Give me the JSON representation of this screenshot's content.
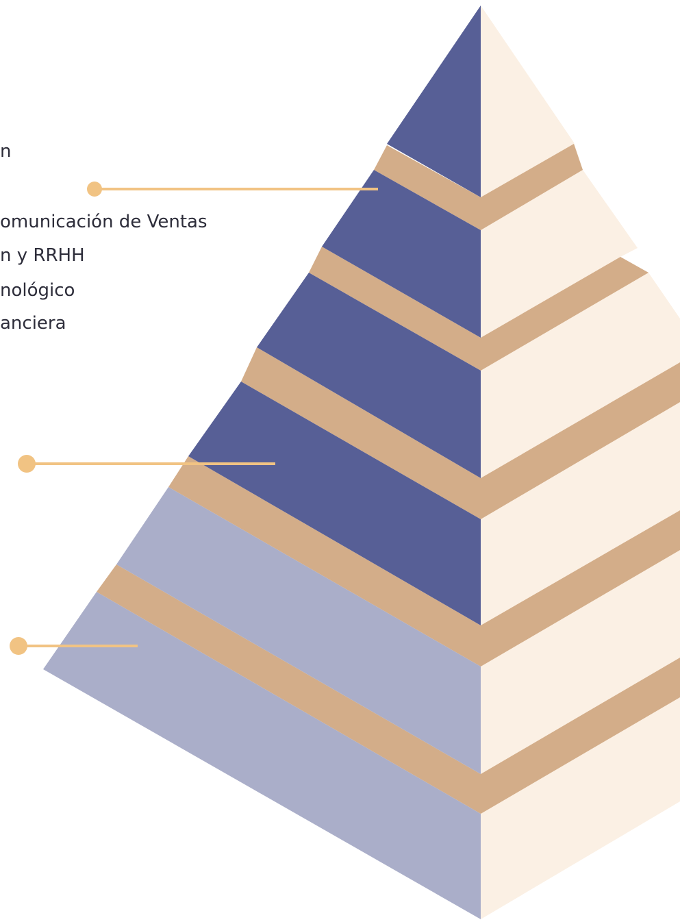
{
  "colors": {
    "dark_face": "#575f96",
    "light_face": "#aaaec9",
    "band": "#d3ad89",
    "right_face": "#fbf0e4",
    "connector": "#f1c383"
  },
  "labels": [
    "n",
    "omunicación de Ventas",
    "n y RRHH",
    "nológico",
    "anciera"
  ]
}
